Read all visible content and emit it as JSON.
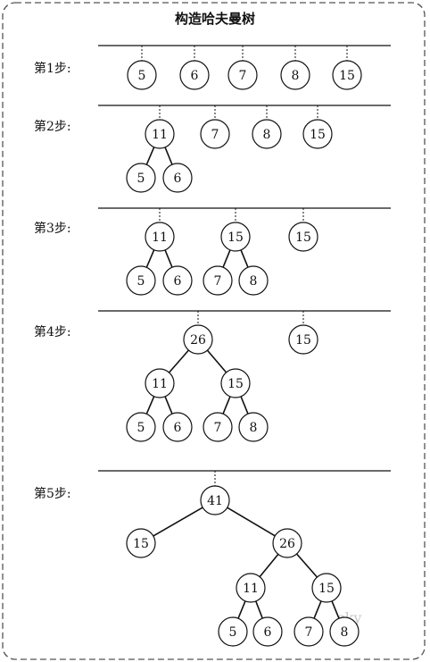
{
  "title": "构造哈夫曼树",
  "watermark": "sky",
  "steps": [
    {
      "label": "第1步:",
      "nodes": [
        {
          "value": "5"
        },
        {
          "value": "6"
        },
        {
          "value": "7"
        },
        {
          "value": "8"
        },
        {
          "value": "15"
        }
      ]
    },
    {
      "label": "第2步:",
      "nodes": [
        {
          "value": "11"
        },
        {
          "value": "7"
        },
        {
          "value": "8"
        },
        {
          "value": "15"
        },
        {
          "value": "5"
        },
        {
          "value": "6"
        }
      ],
      "edges": [
        [
          0,
          4
        ],
        [
          0,
          5
        ]
      ]
    },
    {
      "label": "第3步:",
      "nodes": [
        {
          "value": "11"
        },
        {
          "value": "15"
        },
        {
          "value": "15"
        },
        {
          "value": "5"
        },
        {
          "value": "6"
        },
        {
          "value": "7"
        },
        {
          "value": "8"
        }
      ],
      "edges": [
        [
          0,
          3
        ],
        [
          0,
          4
        ],
        [
          1,
          5
        ],
        [
          1,
          6
        ]
      ]
    },
    {
      "label": "第4步:",
      "nodes": [
        {
          "value": "26"
        },
        {
          "value": "15"
        },
        {
          "value": "11"
        },
        {
          "value": "15"
        },
        {
          "value": "5"
        },
        {
          "value": "6"
        },
        {
          "value": "7"
        },
        {
          "value": "8"
        }
      ],
      "edges": [
        [
          0,
          2
        ],
        [
          0,
          3
        ],
        [
          2,
          4
        ],
        [
          2,
          5
        ],
        [
          3,
          6
        ],
        [
          3,
          7
        ]
      ]
    },
    {
      "label": "第5步:",
      "nodes": [
        {
          "value": "41"
        },
        {
          "value": "15"
        },
        {
          "value": "26"
        },
        {
          "value": "11"
        },
        {
          "value": "15"
        },
        {
          "value": "5"
        },
        {
          "value": "6"
        },
        {
          "value": "7"
        },
        {
          "value": "8"
        }
      ],
      "edges": [
        [
          0,
          1
        ],
        [
          0,
          2
        ],
        [
          2,
          3
        ],
        [
          2,
          4
        ],
        [
          3,
          5
        ],
        [
          3,
          6
        ],
        [
          4,
          7
        ],
        [
          4,
          8
        ]
      ]
    }
  ]
}
